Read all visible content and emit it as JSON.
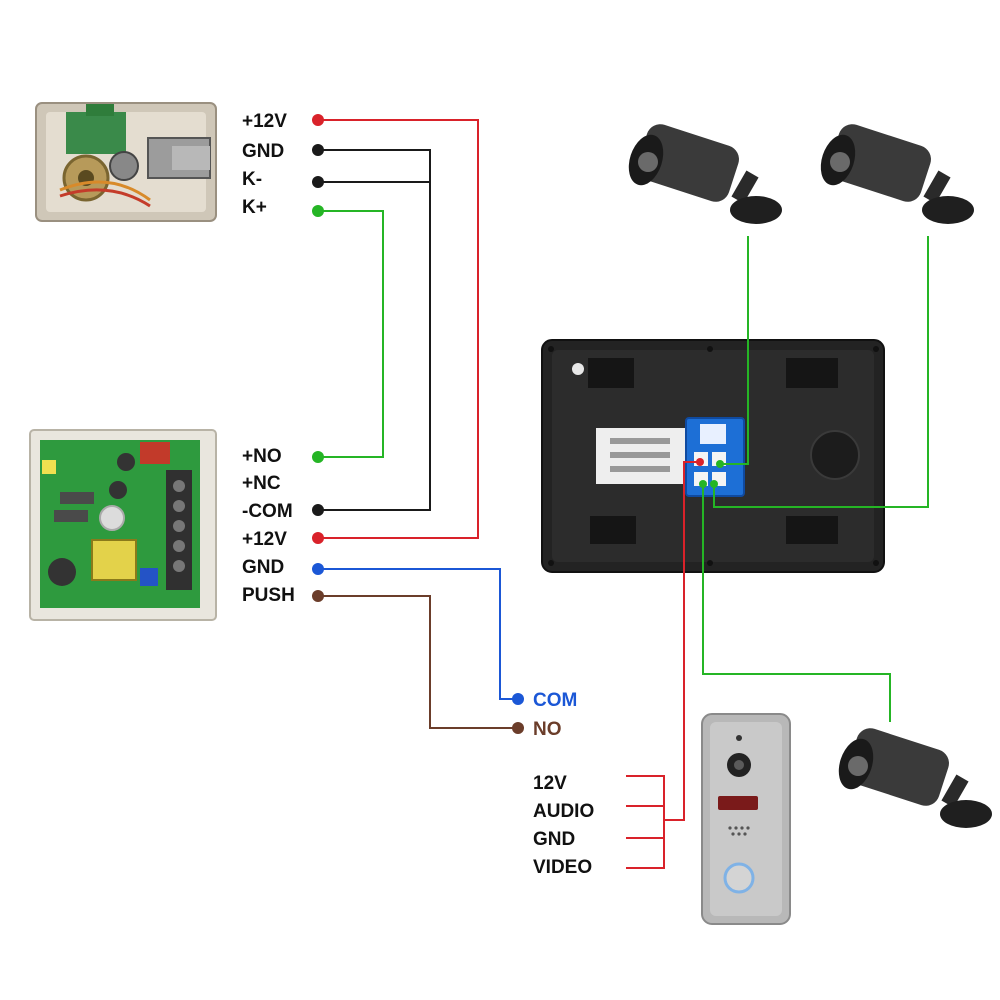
{
  "lock_terminals": [
    "+12V",
    "GND",
    "K-",
    "K+"
  ],
  "power_terminals": [
    "+NO",
    "+NC",
    "-COM",
    "+12V",
    "GND",
    "PUSH"
  ],
  "exit_button_terminals": [
    "COM",
    "NO"
  ],
  "doorbell_terminals": [
    "12V",
    "AUDIO",
    "GND",
    "VIDEO"
  ],
  "colors": {
    "red": "#d9222a",
    "black": "#1a1a1a",
    "green": "#25b525",
    "blue": "#1b57d6",
    "brown": "#6b3d2a"
  },
  "icons": [
    "electric-lock-icon",
    "power-supply-board-icon",
    "monitor-back-icon",
    "camera-icon",
    "doorbell-panel-icon"
  ]
}
